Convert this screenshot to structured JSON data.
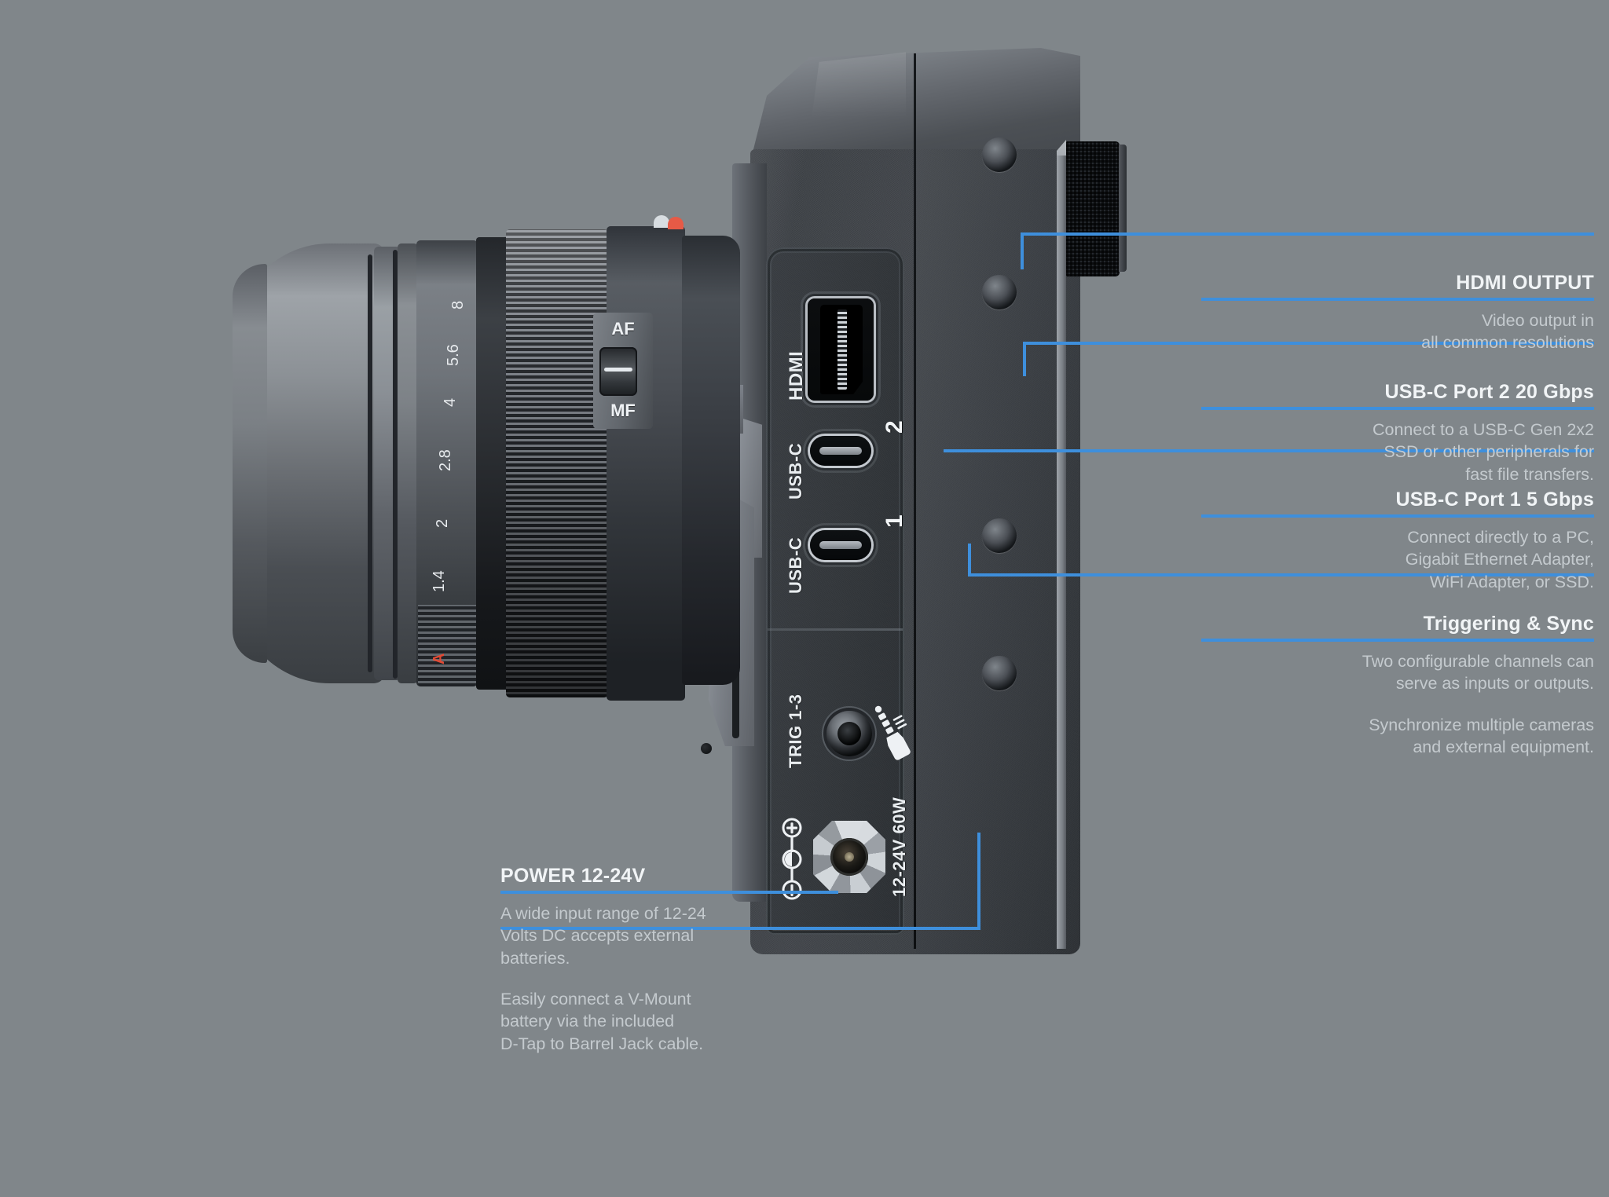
{
  "page": {
    "background_color": "#80868a",
    "accent_color": "#3e8fdc",
    "heading_color": "#f1f4f6",
    "body_color": "#c4cace",
    "subject": "camera-side-port-panel-diagram"
  },
  "camera": {
    "port_labels": {
      "hdmi": "HDMI",
      "usbc_top": "USB-C",
      "usbc_bottom": "USB-C",
      "trig": "TRIG 1-3",
      "power": "12-24V 60W",
      "port_number_2": "2",
      "port_number_1": "1"
    },
    "lens": {
      "aperture_marks": [
        "A",
        "1.4",
        "2",
        "2.8",
        "4",
        "5.6",
        "8"
      ],
      "aperture_auto_mark": "A",
      "focus_switch": {
        "top": "AF",
        "bottom": "MF"
      }
    }
  },
  "callouts": [
    {
      "id": "hdmi-output",
      "title": "HDMI OUTPUT",
      "align": "right",
      "paragraphs": [
        "Video output in\nall common resolutions"
      ]
    },
    {
      "id": "usbc-port-2",
      "title": "USB-C Port 2   20 Gbps",
      "align": "right",
      "paragraphs": [
        "Connect to a USB-C Gen 2x2\nSSD or other peripherals for\nfast file transfers."
      ]
    },
    {
      "id": "usbc-port-1",
      "title": "USB-C Port 1   5 Gbps",
      "align": "right",
      "paragraphs": [
        "Connect directly to a PC,\nGigabit Ethernet Adapter,\nWiFi Adapter, or SSD."
      ]
    },
    {
      "id": "triggering-sync",
      "title": "Triggering & Sync",
      "align": "right",
      "paragraphs": [
        "Two configurable channels can\nserve as inputs or outputs.",
        "Synchronize multiple cameras\nand external equipment."
      ]
    },
    {
      "id": "power",
      "title": "POWER   12-24V",
      "align": "left",
      "paragraphs": [
        "A wide input range of 12-24\nVolts DC accepts external\nbatteries.",
        "Easily connect a V-Mount\nbattery via the included\nD-Tap to Barrel Jack cable."
      ]
    }
  ]
}
